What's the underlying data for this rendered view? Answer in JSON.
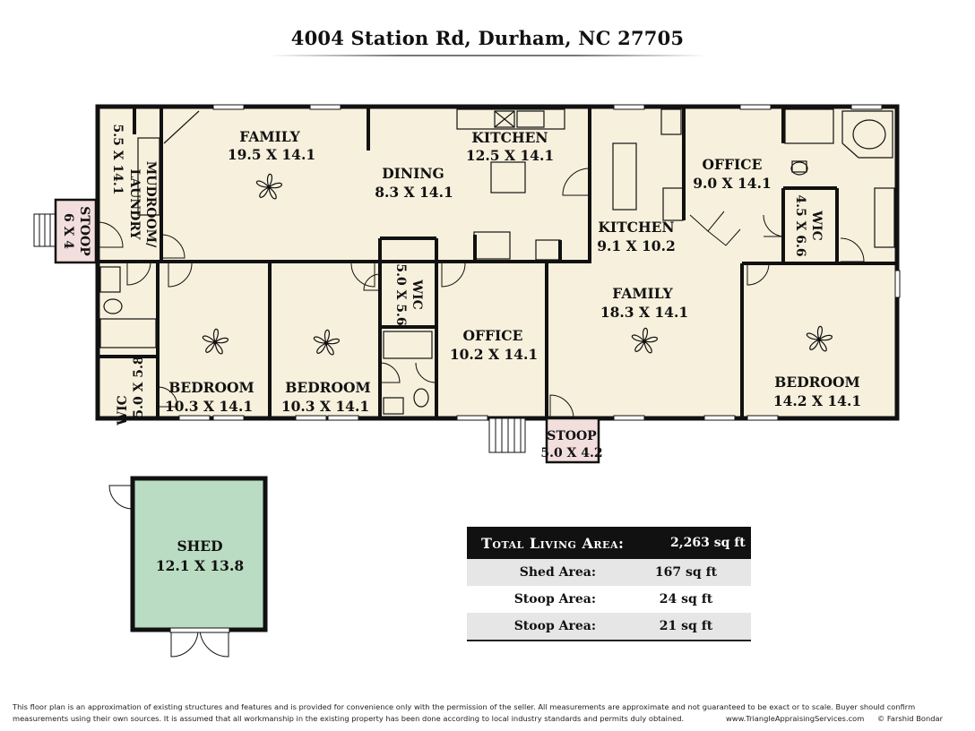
{
  "header": {
    "address": "4004 Station Rd, Durham, NC 27705"
  },
  "rooms": {
    "mudroom": {
      "name_1": "MUDROOM/",
      "name_2": "LAUNDRY",
      "dims": "5.5 X 14.1"
    },
    "stoop_west": {
      "name": "STOOP",
      "dims": "6 X 4"
    },
    "family_west": {
      "name": "FAMILY",
      "dims": "19.5 X 14.1"
    },
    "dining": {
      "name": "DINING",
      "dims": "8.3 X 14.1"
    },
    "kitchen_1": {
      "name": "KITCHEN",
      "dims": "12.5 X 14.1"
    },
    "kitchen_2": {
      "name": "KITCHEN",
      "dims": "9.1 X 10.2"
    },
    "office_east": {
      "name": "OFFICE",
      "dims": "9.0 X 14.1"
    },
    "wic_east": {
      "name": "WIC",
      "dims": "4.5 X 6.6"
    },
    "wic_center": {
      "name": "WIC",
      "dims": "5.0 X 5.6"
    },
    "wic_west": {
      "name": "WIC",
      "dims": "5.0 X 5.8"
    },
    "bedroom_1": {
      "name": "BEDROOM",
      "dims": "10.3 X 14.1"
    },
    "bedroom_2": {
      "name": "BEDROOM",
      "dims": "10.3 X 14.1"
    },
    "office_center": {
      "name": "OFFICE",
      "dims": "10.2 X 14.1"
    },
    "family_east": {
      "name": "FAMILY",
      "dims": "18.3 X 14.1"
    },
    "bedroom_3": {
      "name": "BEDROOM",
      "dims": "14.2 X 14.1"
    },
    "stoop_south": {
      "name": "STOOP",
      "dims": "5.0 X 4.2"
    },
    "shed": {
      "name": "SHED",
      "dims": "12.1 X 13.8"
    }
  },
  "areas": {
    "total": {
      "label": "Total Living Area:",
      "value": "2,263 sq ft"
    },
    "rows": [
      {
        "label": "Shed Area:",
        "value": "167 sq ft"
      },
      {
        "label": "Stoop Area:",
        "value": "24 sq ft"
      },
      {
        "label": "Stoop Area:",
        "value": "21 sq ft"
      }
    ]
  },
  "footer": {
    "disclaimer": "This floor plan is an approximation of existing structures and features and is provided for convenience only with the permission of the seller.  All measurements are approximate and not guaranteed to be exact or to scale.  Buyer should confirm measurements using their own sources.  It is assumed that all workmanship in the existing property has been done according to local industry standards and permits duly obtained.",
    "website": "www.TriangleAppraisingServices.com",
    "copyright": "© Farshid Bondar"
  },
  "colors": {
    "floor": "#f7f0dc",
    "wall": "#111111",
    "shed_fill": "#b9dcc2",
    "stoop_fill": "#f3dede",
    "table_header": "#111111",
    "table_shade": "#e6e6e6"
  }
}
